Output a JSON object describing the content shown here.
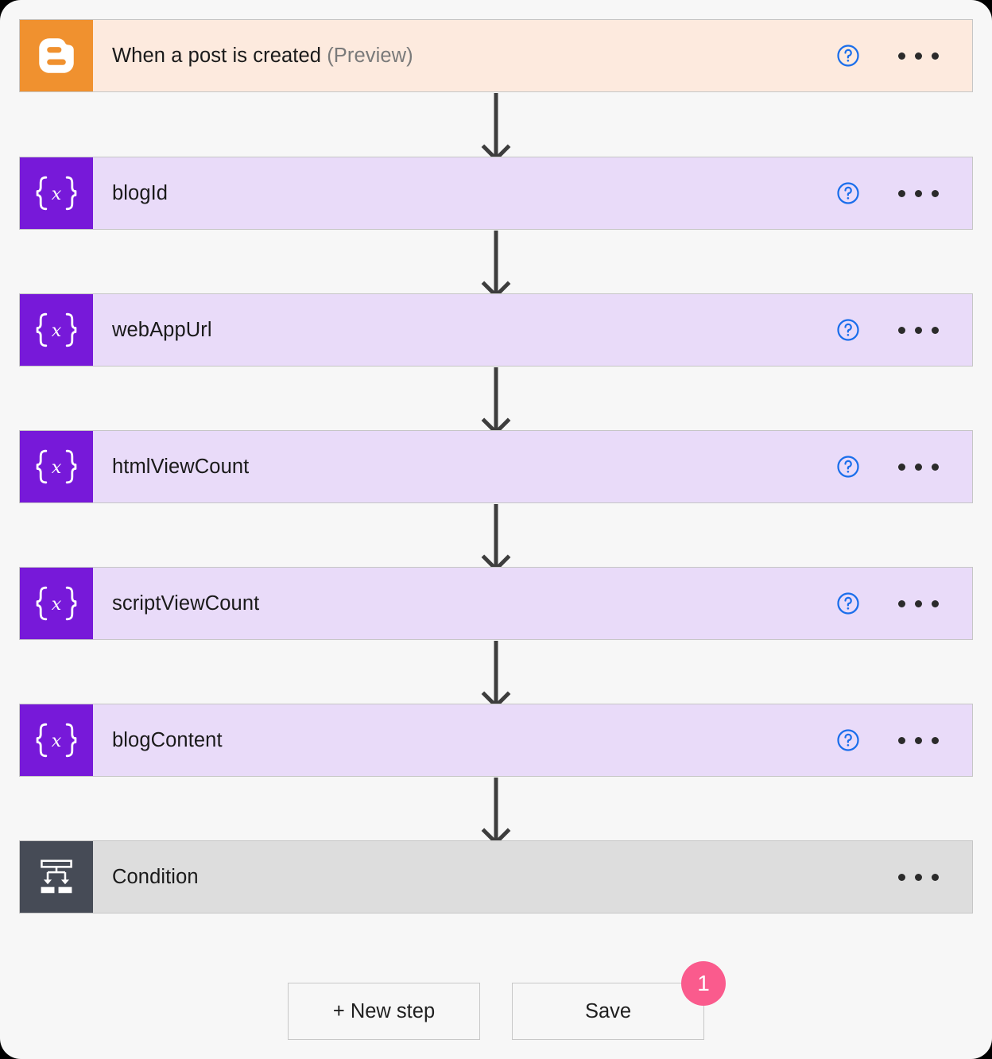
{
  "colors": {
    "canvas_bg": "#f7f7f7",
    "frame": "#000000",
    "trigger_bg": "#fdeade",
    "trigger_icon_bg": "#f0912f",
    "variable_bg": "#e9dbf9",
    "variable_icon_bg": "#7719d9",
    "condition_bg": "#dddddd",
    "condition_icon_bg": "#464b56",
    "help_blue": "#1a6eeb",
    "badge_pink": "#fa5b8d",
    "connector": "#3d3d3d",
    "card_border": "#c6c6c6"
  },
  "flow": {
    "steps": [
      {
        "id": "trigger",
        "title": "When a post is created",
        "suffix": " (Preview)",
        "icon": "blogger-icon",
        "kind": "trigger",
        "has_help": true,
        "has_menu": true
      },
      {
        "id": "blogid",
        "title": "blogId",
        "suffix": "",
        "icon": "variable-braces-x-icon",
        "kind": "variable",
        "has_help": true,
        "has_menu": true
      },
      {
        "id": "webappurl",
        "title": "webAppUrl",
        "suffix": "",
        "icon": "variable-braces-x-icon",
        "kind": "variable",
        "has_help": true,
        "has_menu": true
      },
      {
        "id": "htmlviewcount",
        "title": "htmlViewCount",
        "suffix": "",
        "icon": "variable-braces-x-icon",
        "kind": "variable",
        "has_help": true,
        "has_menu": true
      },
      {
        "id": "scriptviewcount",
        "title": "scriptViewCount",
        "suffix": "",
        "icon": "variable-braces-x-icon",
        "kind": "variable",
        "has_help": true,
        "has_menu": true
      },
      {
        "id": "blogcontent",
        "title": "blogContent",
        "suffix": "",
        "icon": "variable-braces-x-icon",
        "kind": "variable",
        "has_help": true,
        "has_menu": true
      },
      {
        "id": "condition",
        "title": "Condition",
        "suffix": "",
        "icon": "condition-branch-icon",
        "kind": "condition",
        "has_help": false,
        "has_menu": true
      }
    ]
  },
  "buttons": {
    "new_step": "+ New step",
    "save": "Save",
    "save_badge": "1"
  }
}
